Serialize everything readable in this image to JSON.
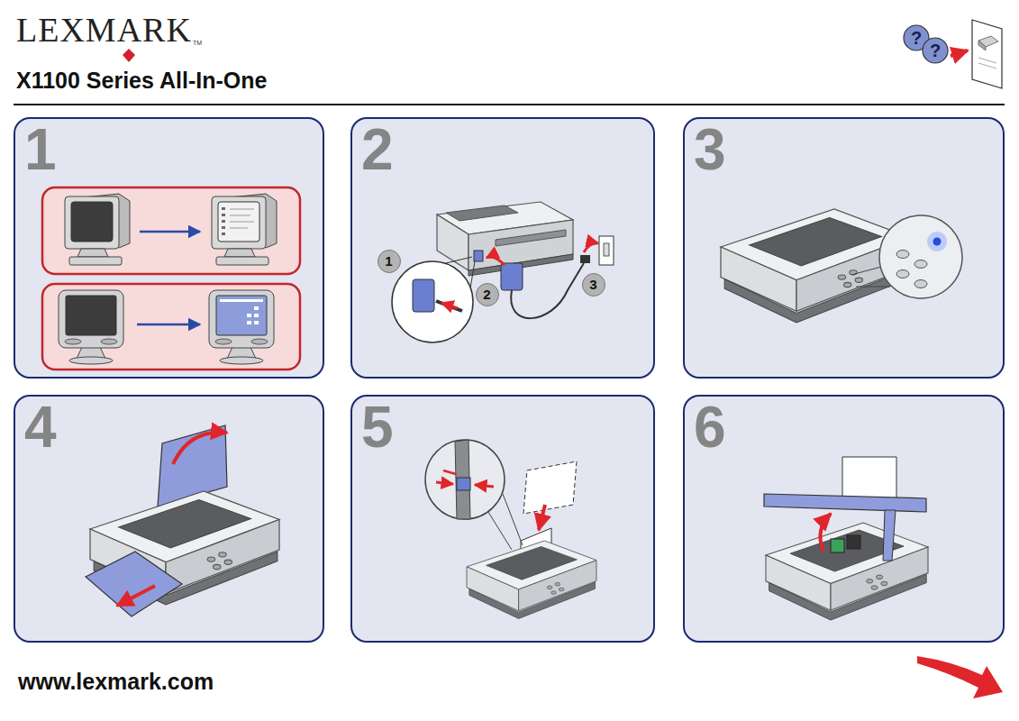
{
  "diagram": {
    "title": "X1100 Series All-In-One",
    "nodes": [
      {
        "text": [
          "1"
        ]
      },
      {
        "text": [
          "2"
        ]
      },
      {
        "text": [
          "3"
        ]
      },
      {
        "text": [
          "4"
        ]
      },
      {
        "text": [
          "5"
        ]
      },
      {
        "text": [
          "6"
        ]
      },
      {
        "text": [
          "1"
        ],
        "in": 1
      },
      {
        "text": [
          "2"
        ],
        "in": 1
      },
      {
        "text": [
          "3"
        ],
        "in": 1
      }
    ],
    "labels": [
      "LEXMARK",
      "TM",
      "?",
      "?",
      "www.lexmark.com"
    ]
  }
}
